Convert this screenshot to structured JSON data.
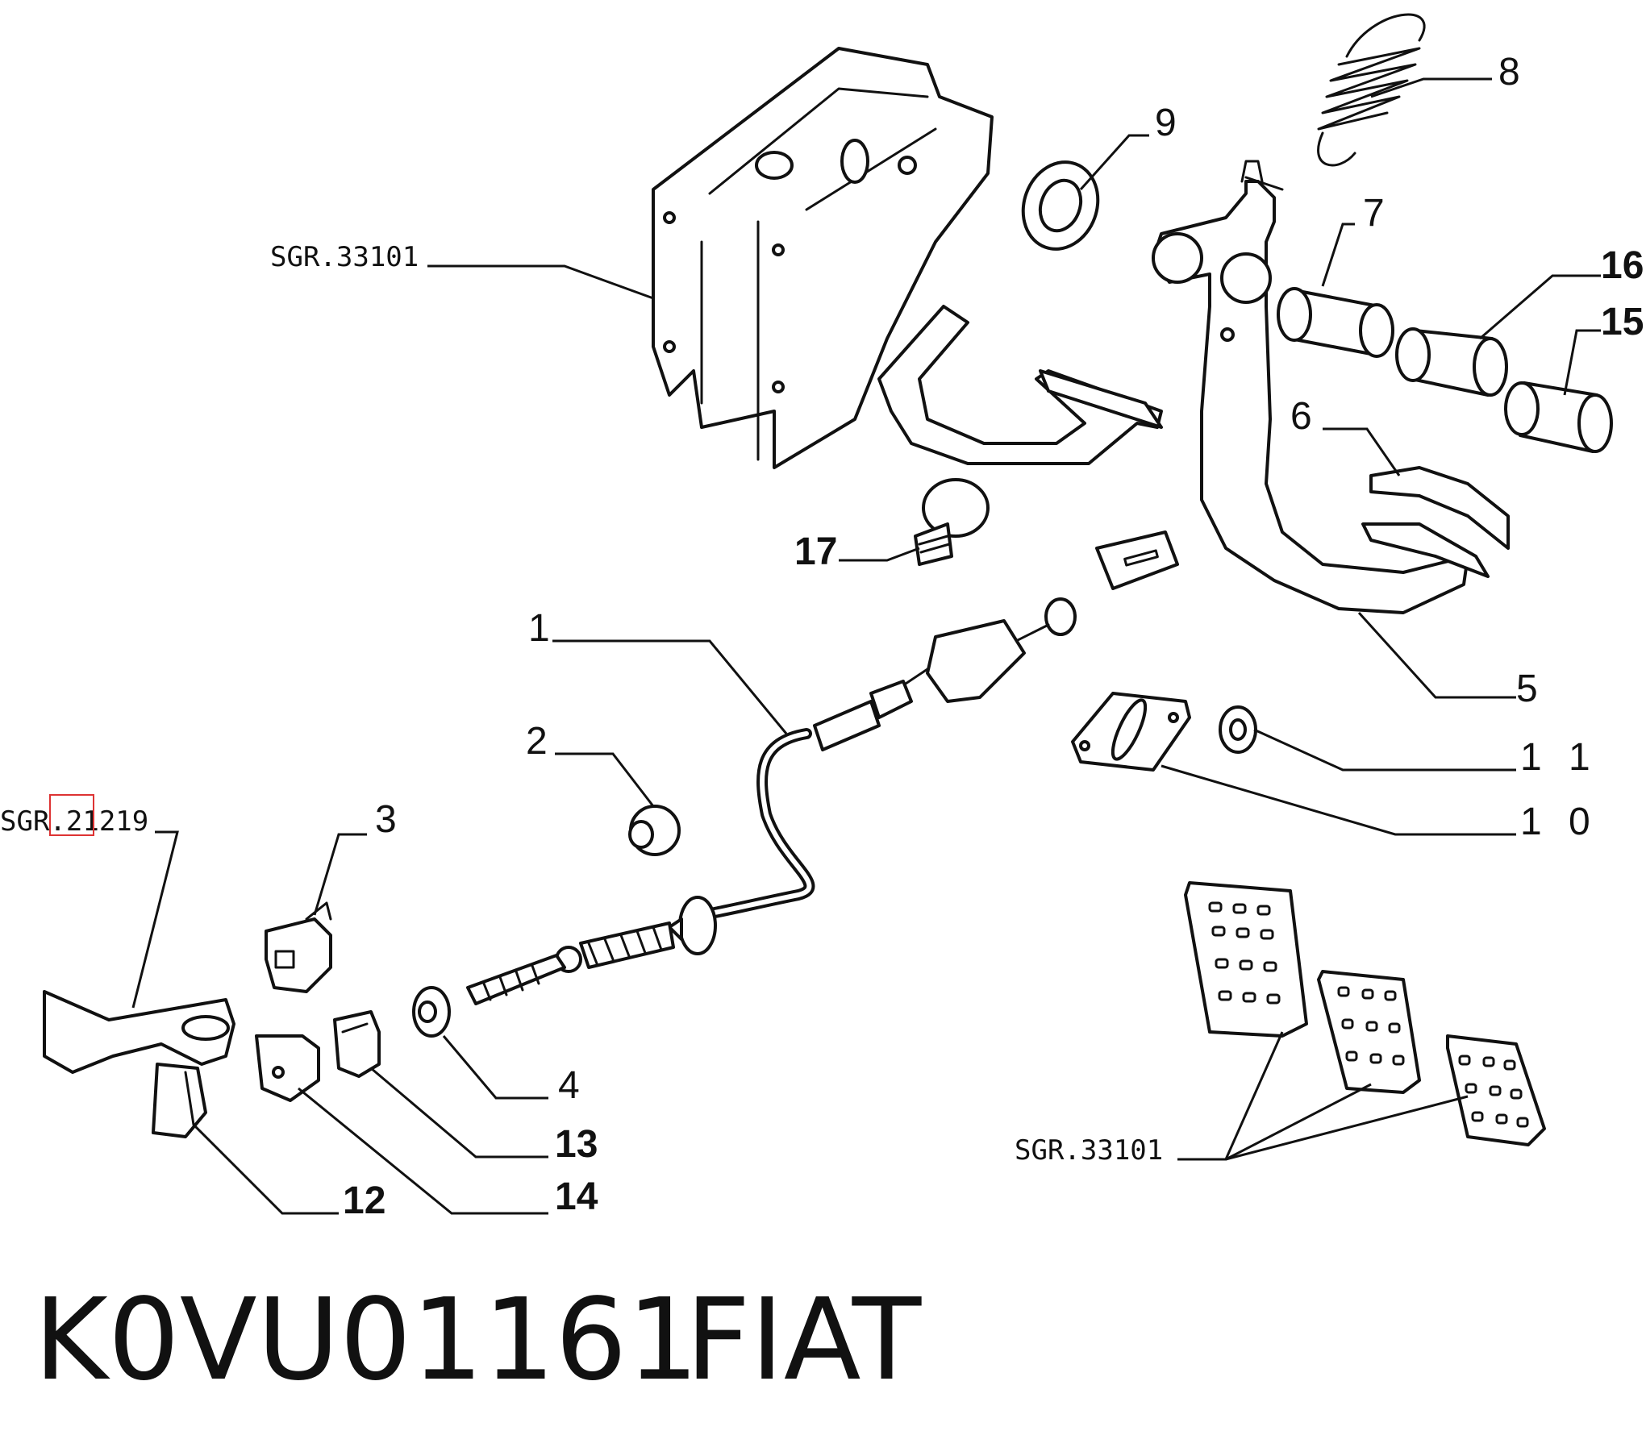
{
  "callouts": {
    "c1": "1",
    "c2": "2",
    "c3": "3",
    "c4": "4",
    "c5": "5",
    "c6": "6",
    "c7": "7",
    "c8": "8",
    "c9": "9",
    "c10": "1 0",
    "c11": "1 1",
    "c12": "12",
    "c13": "13",
    "c14": "14",
    "c15": "15",
    "c16": "16",
    "c17": "17"
  },
  "references": {
    "bracket_ref": "SGR.33101",
    "lever_ref": "SGR.21219",
    "pads_ref": "SGR.33101"
  },
  "footer": {
    "part_code": "K0VU01161",
    "brand": "FIAT"
  },
  "colors": {
    "ink": "#111111",
    "highlight": "#dd3333",
    "background": "#ffffff"
  }
}
